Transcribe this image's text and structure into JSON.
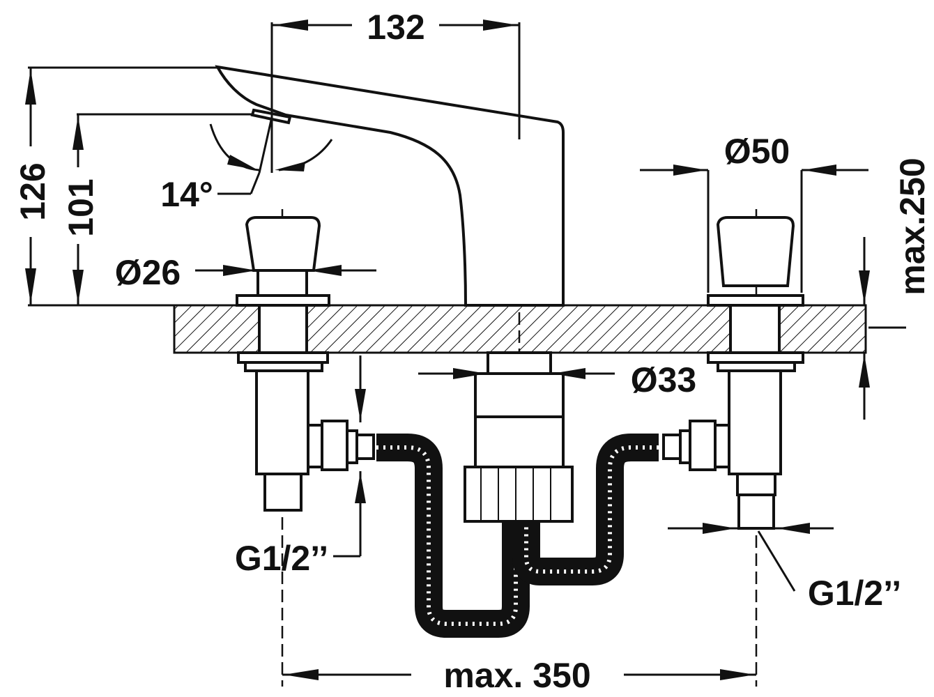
{
  "dimensions": {
    "spout_reach": "132",
    "spout_height": "126",
    "outlet_height": "101",
    "spout_angle": "14°",
    "handle_base_diameter": "Ø26",
    "handle_diameter": "Ø50",
    "spout_base_diameter": "Ø33",
    "max_deck_thickness": "max.250",
    "inlet_thread_left": "G1/2’’",
    "inlet_thread_right": "G1/2’’",
    "max_spread": "max. 350"
  }
}
